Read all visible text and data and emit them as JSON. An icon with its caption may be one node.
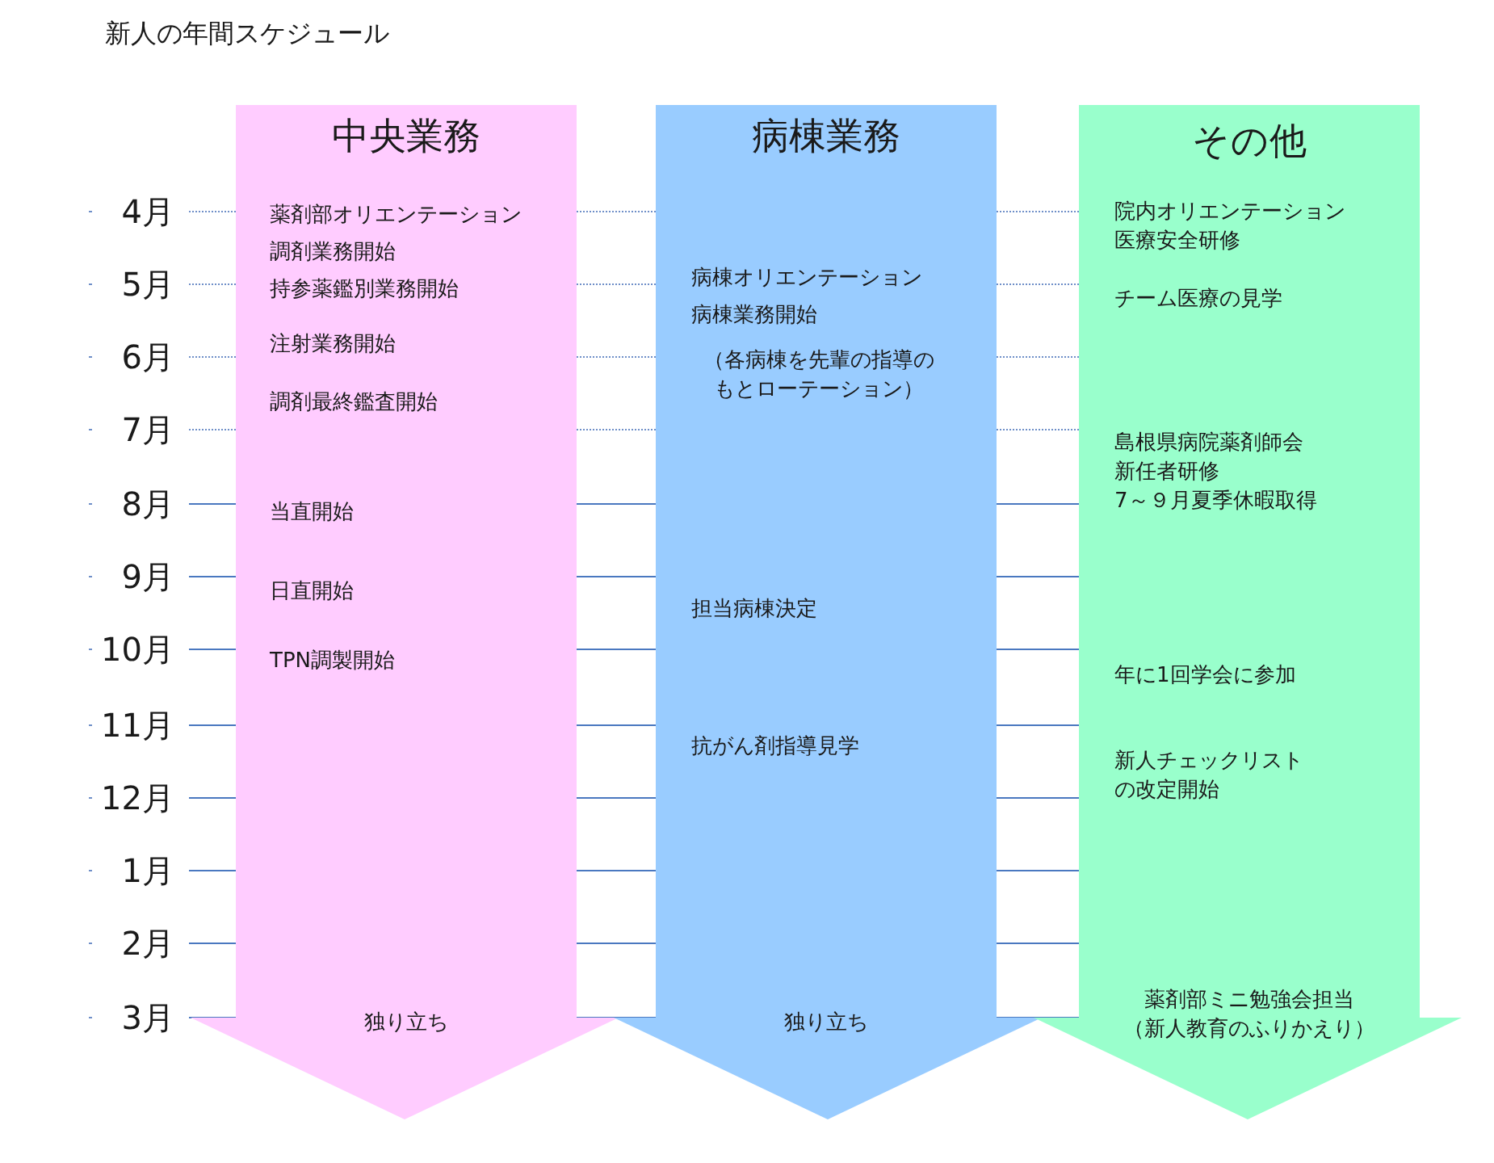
{
  "diagram": {
    "title": "新人の年間スケジュール",
    "nodes": [
      {
        "text": [
          "中央業務",
          "薬剤部オリエンテーション",
          "調剤業務開始",
          "持参薬鑑別業務開始",
          "注射業務開始",
          "調剤最終鑑査開始",
          "当直開始",
          "日直開始",
          "TPN調製開始",
          "独り立ち"
        ]
      },
      {
        "text": [
          "病棟業務",
          "病棟オリエンテーション",
          "病棟業務開始",
          "（各病棟を先輩の指導のもとローテーション）",
          "担当病棟決定",
          "抗がん剤指導見学",
          "独り立ち"
        ]
      },
      {
        "text": [
          "その他",
          "院内オリエンテーション",
          "医療安全研修",
          "チーム医療の見学",
          "島根県病院薬剤師会新任者研修",
          "7～９月夏季休暇取得",
          "年に1回学会に参加",
          "新人チェックリストの改定開始",
          "薬剤部ミニ勉強会担当",
          "（新人教育のふりかえり）"
        ]
      }
    ],
    "labels": [
      "4月",
      "5月",
      "6月",
      "7月",
      "8月",
      "9月",
      "10月",
      "11月",
      "12月",
      "1月",
      "2月",
      "3月"
    ]
  }
}
